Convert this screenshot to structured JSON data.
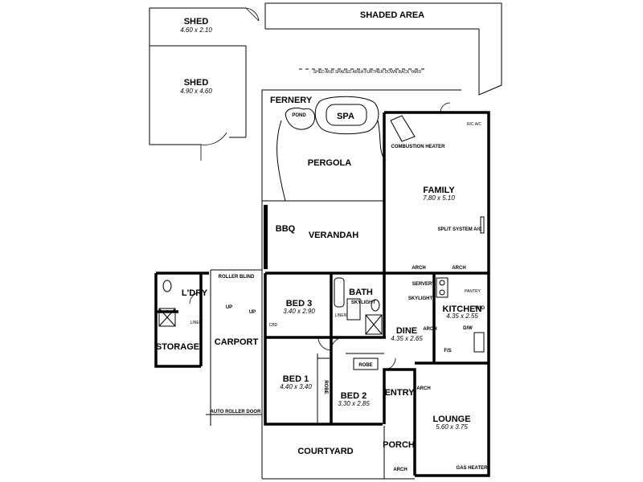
{
  "outbuildings": {
    "shed1": {
      "name": "SHED",
      "dims": "4.60 x 2.10"
    },
    "shed2": {
      "name": "SHED",
      "dims": "4.90 x 4.60"
    },
    "shaded_area": "SHADED AREA",
    "note": "SHED AND SHADED AREA FURTHER DOWN BACK YARD"
  },
  "outdoor": {
    "fernery": "FERNERY",
    "pond": "POND",
    "spa": "SPA",
    "pergola": "PERGOLA",
    "bbq": "BBQ",
    "verandah": "VERANDAH",
    "courtyard": "COURTYARD",
    "porch": "PORCH",
    "entry": "ENTRY"
  },
  "rooms": {
    "family": {
      "name": "FAMILY",
      "dims": "7.80 x 5.10"
    },
    "bed3": {
      "name": "BED 3",
      "dims": "3.40 x 2.90"
    },
    "bath": {
      "name": "BATH"
    },
    "dine": {
      "name": "DINE",
      "dims": "4.35 x 2.65"
    },
    "kitchen": {
      "name": "KITCHEN",
      "dims": "4.35 x 2.55"
    },
    "bed1": {
      "name": "BED 1",
      "dims": "4.40 x 3.40"
    },
    "bed2": {
      "name": "BED 2",
      "dims": "3.30 x 2.85"
    },
    "lounge": {
      "name": "LOUNGE",
      "dims": "5.60 x 3.75"
    },
    "laundry": {
      "name": "L'DRY"
    },
    "storage": {
      "name": "STORAGE"
    },
    "carport": {
      "name": "CARPORT"
    }
  },
  "labels": {
    "combustion_heater": "COMBUSTION HEATER",
    "rc_ac": "R/C A/C",
    "split_system": "SPLIT SYSTEM A/C",
    "arch": "ARCH",
    "servery": "SERVERY",
    "skylight": "SKYLIGHT",
    "linen": "LINEN",
    "cbd": "CBD",
    "robe": "ROBE",
    "roller_blind": "ROLLER BLIND",
    "up": "UP",
    "auto_roller_door": "AUTO ROLLER DOOR",
    "gas_heater": "GAS HEATER",
    "wo": "W/O",
    "dw": "D/W",
    "fs": "F/S",
    "pantry": "PANTRY"
  }
}
